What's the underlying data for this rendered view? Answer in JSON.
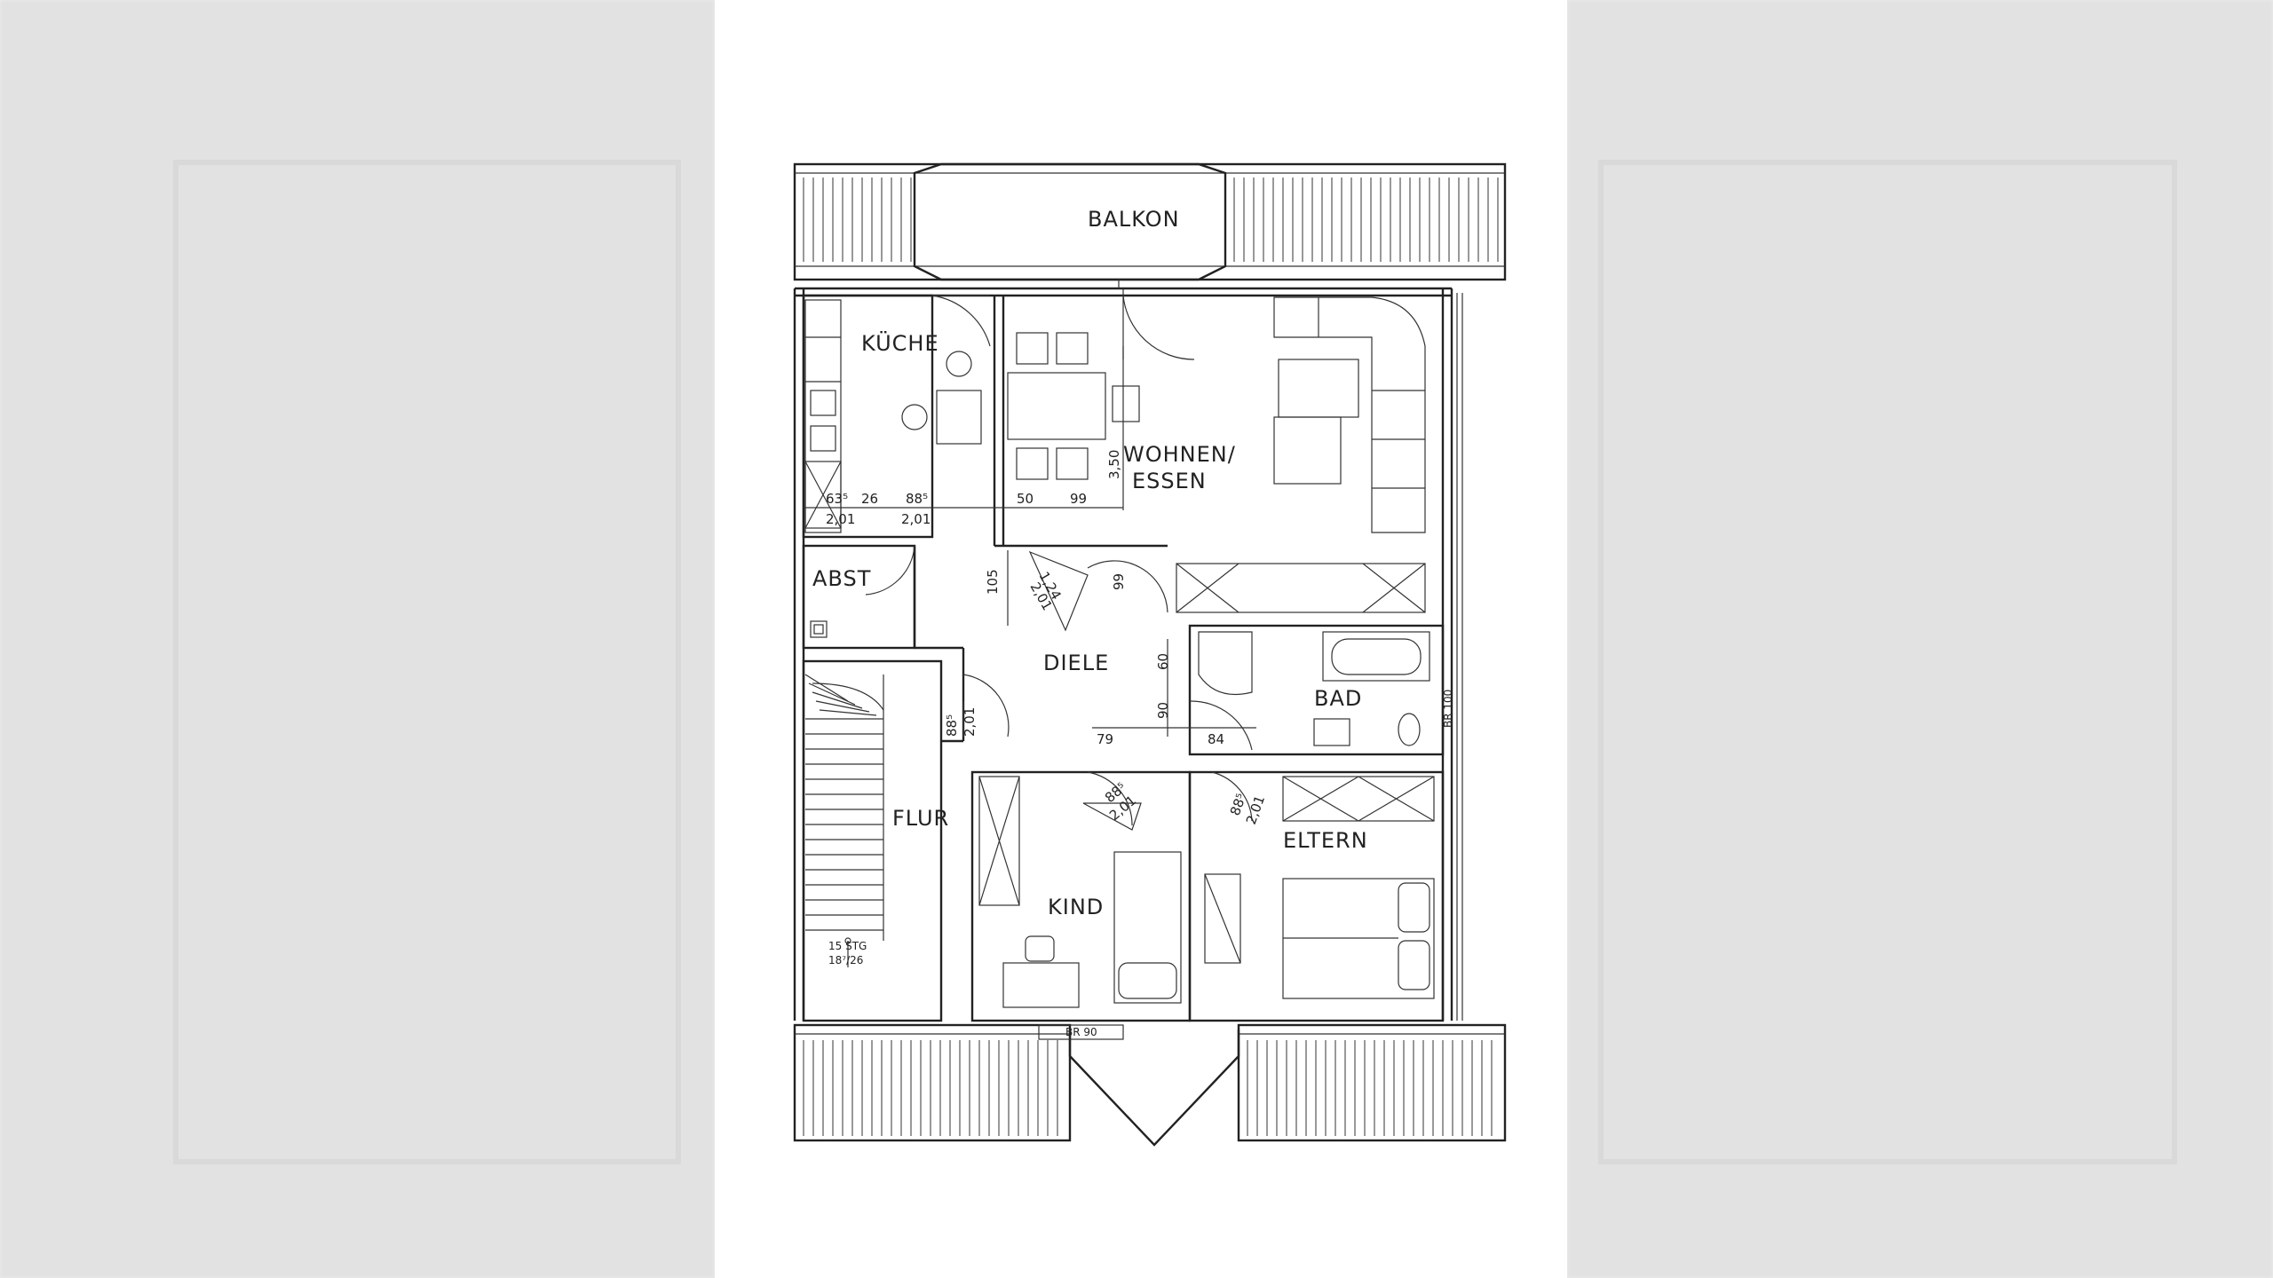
{
  "rooms": {
    "balkon": "BALKON",
    "kueche": "KÜCHE",
    "wohnen_line1": "WOHNEN/",
    "wohnen_line2": "ESSEN",
    "abst": "ABST",
    "diele": "DIELE",
    "bad": "BAD",
    "flur": "FLUR",
    "kind": "KIND",
    "eltern": "ELTERN"
  },
  "dimensions": {
    "d_63_5": "63⁵",
    "d_26": "26",
    "d_88_5_a": "88⁵",
    "d_2_01_a": "2,01",
    "d_2_01_b": "2,01",
    "d_50": "50",
    "d_99_a": "99",
    "d_3_50": "3,50",
    "d_105": "105",
    "d_1_24": "1,24",
    "d_2_01_c": "2,01",
    "d_99_b": "99",
    "d_60": "60",
    "d_90": "90",
    "d_79": "79",
    "d_84": "84",
    "d_88_5_b": "88⁵",
    "d_2_01_d": "2,01",
    "d_88_5_c": "88⁵",
    "d_2_01_e": "2,01",
    "d_88_5_d": "88⁵",
    "d_2_01_f": "2,01",
    "br_100": "BR 100",
    "br_90": "BR 90"
  },
  "stairs": {
    "steps": "15 STG",
    "ratio": "18⁷/26"
  }
}
